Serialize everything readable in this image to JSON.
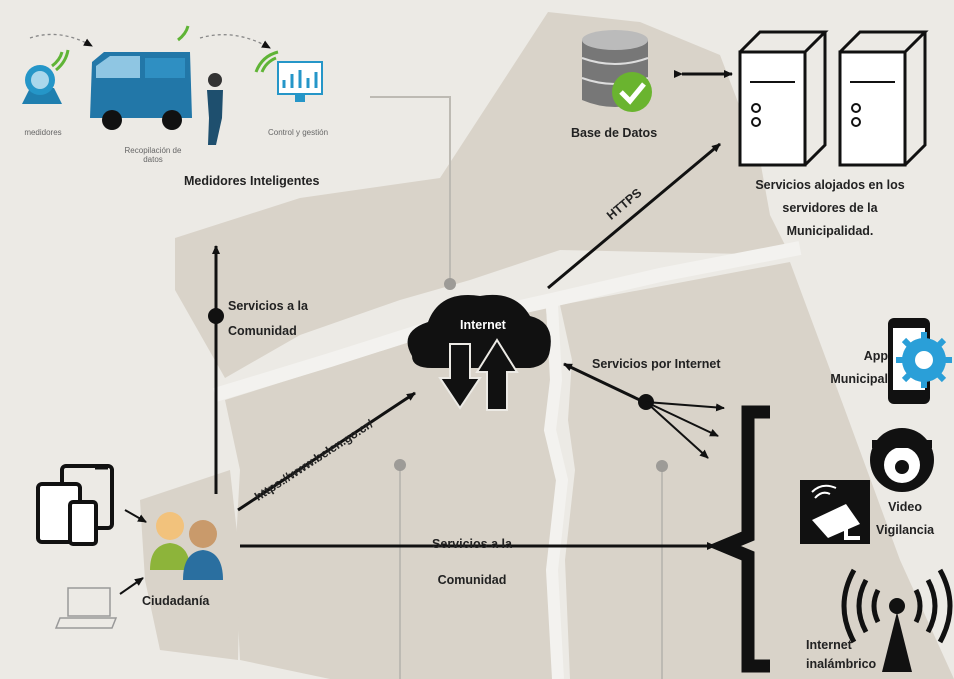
{
  "smart_meters": {
    "title": "Medidores Inteligentes",
    "step_meters": "medidores",
    "step_collection_line1": "Recopilación de",
    "step_collection_line2": "datos",
    "step_control": "Control y gestión"
  },
  "database": {
    "label": "Base de Datos"
  },
  "servers": {
    "line1": "Servicios alojados en  los",
    "line2": "servidores de la",
    "line3": "Municipalidad."
  },
  "internet": {
    "label": "Internet"
  },
  "links": {
    "https": "HTTPS",
    "url": "https://www.belen.go.cr/",
    "services_internet": "Servicios  por Internet",
    "community_services_v_line1": "Servicios a la",
    "community_services_v_line2": "Comunidad",
    "community_services_h_line1": "Servicios a la",
    "community_services_h_line2": "Comunidad"
  },
  "citizens": {
    "label": "Ciudadanía"
  },
  "devices": {
    "app_line1": "App",
    "app_line2": "Municipal",
    "video_line1": "Video",
    "video_line2": "Vigilancia",
    "wireless_line1": "Internet",
    "wireless_line2": "inalámbrico"
  },
  "colors": {
    "map_fill": "#d9d3c9",
    "road": "#f3f2ef",
    "ink": "#111111",
    "app_blue": "#2a9fd8",
    "db_check": "#6ab42f",
    "citizen_green": "#8db43a",
    "signal_green": "#5fb436",
    "meter_blue": "#2596c8"
  }
}
